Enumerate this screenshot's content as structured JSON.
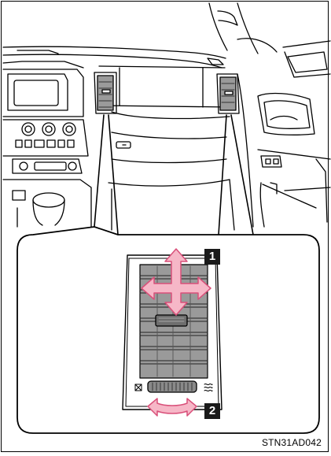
{
  "figure": {
    "caption": "STN31AD042",
    "callouts": [
      {
        "label": "1"
      },
      {
        "label": "2"
      }
    ],
    "colors": {
      "line": "#000000",
      "arrow_fill": "#f6b7c7",
      "arrow_stroke": "#d9507a",
      "vent_gray": "#9a9a9a",
      "badge_fill": "#1a1a1a"
    },
    "icons": [
      "air-flow-closed-icon",
      "air-flow-open-icon"
    ]
  }
}
